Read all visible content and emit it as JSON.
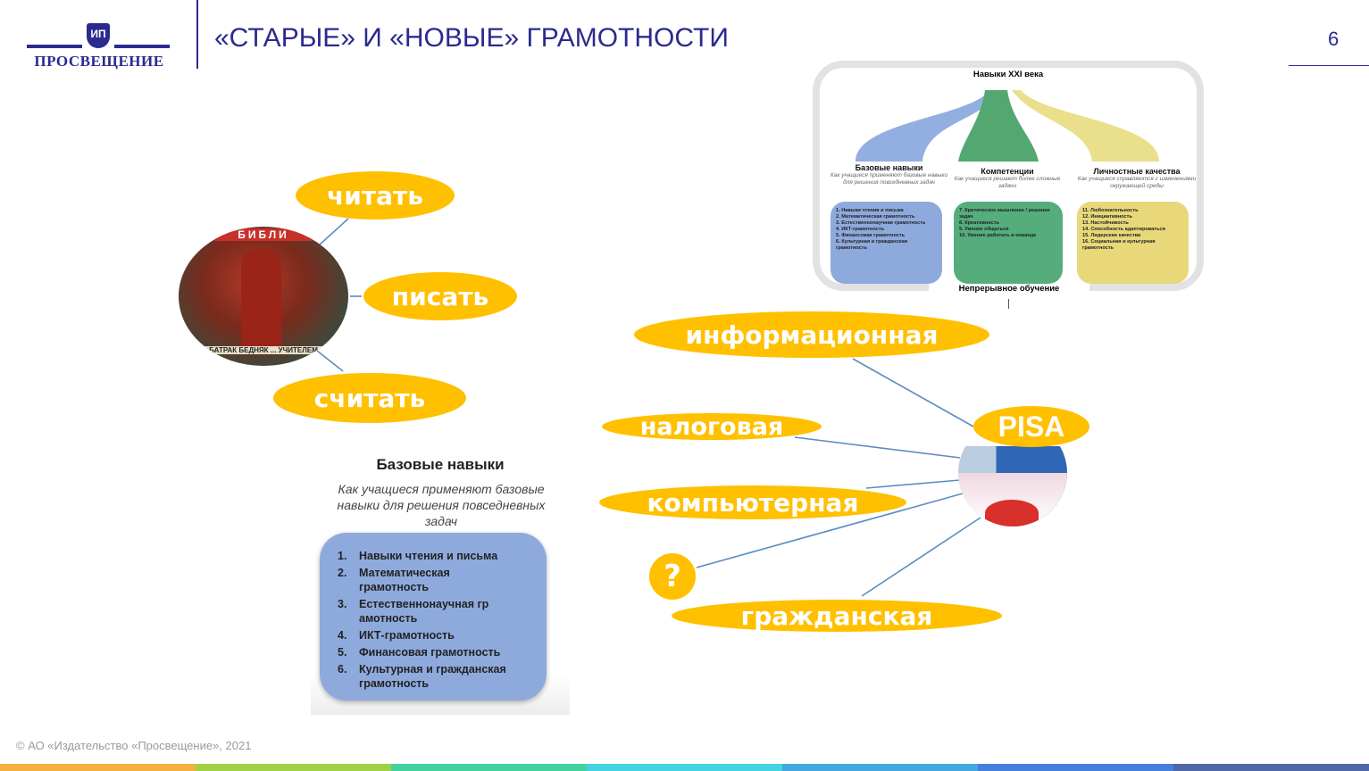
{
  "logo": {
    "text": "ПРОСВЕЩЕНИЕ",
    "mark": "ИП"
  },
  "header": {
    "title": "«СТАРЫЕ» И «НОВЫЕ» ГРАМОТНОСТИ",
    "page": "6"
  },
  "old_literacies": [
    "читать",
    "писать",
    "считать"
  ],
  "poster_text": {
    "top": "БИБЛИ",
    "bottom": "БАТРАК БЕДНЯК ... УЧИТЕЛЕМ"
  },
  "new_literacies": {
    "info": "информационная",
    "tax": "налоговая",
    "computer": "компьютерная",
    "unknown": "?",
    "civic": "гражданская"
  },
  "pisa": {
    "label": "PISA"
  },
  "skills21": {
    "title": "Навыки XXI века",
    "footer": "Непрерывное обучение",
    "columns": [
      {
        "title": "Базовые навыки",
        "subtitle": "Как учащиеся применяют базовые навыки для решения повседневных задач",
        "items": [
          "1. Навыки чтения и письма",
          "2. Математическая грамотность",
          "3. Естественнонаучная грамотность",
          "4. ИКТ-грамотность",
          "5. Финансовая грамотность",
          "6. Культурная и гражданская грамотность"
        ]
      },
      {
        "title": "Компетенции",
        "subtitle": "Как учащиеся решают более сложные задачи",
        "items": [
          "7. Критическое мышление / решение задач",
          "8. Креативность",
          "9. Умение общаться",
          "10. Умение работать в команде"
        ]
      },
      {
        "title": "Личностные качества",
        "subtitle": "Как учащиеся справляются с изменениями окружающей среды",
        "items": [
          "11. Любознательность",
          "12. Инициативность",
          "13. Настойчивость",
          "14. Способность адаптироваться",
          "15. Лидерские качества",
          "16. Социальная и культурная грамотность"
        ]
      }
    ]
  },
  "basic_card": {
    "title": "Базовые навыки",
    "subtitle": "Как учащиеся применяют базовые навыки для решения повседневных задач",
    "items": [
      {
        "n": "1.",
        "t": "Навыки чтения и письма"
      },
      {
        "n": "2.",
        "t": "Математическая грамотность"
      },
      {
        "n": "3.",
        "t": "Естественнонаучная грамотность"
      },
      {
        "n": "4.",
        "t": "ИКТ-грамотность"
      },
      {
        "n": "5.",
        "t": "Финансовая грамотность"
      },
      {
        "n": "6.",
        "t": "Культурная и гражданская грамотность"
      }
    ]
  },
  "footer": {
    "copyright": "© АО «Издательство «Просвещение», 2021"
  },
  "colors": {
    "brand": "#2b2a8f",
    "accent": "#ffc000",
    "stripe": [
      "#f5b041",
      "#a0d044",
      "#44d3a0",
      "#44d3e0",
      "#44a8e0",
      "#4480dc",
      "#5068a8"
    ]
  }
}
